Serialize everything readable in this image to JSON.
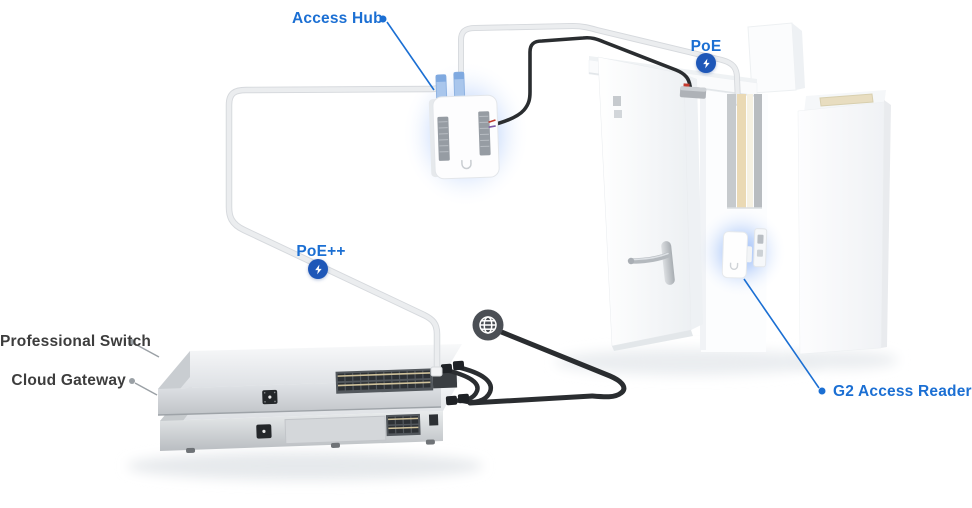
{
  "labels": {
    "access_hub": "Access Hub",
    "poe": "PoE",
    "poe_plus_plus": "PoE++",
    "g2_access_reader": "G2 Access Reader",
    "professional_switch": "Professional Switch",
    "cloud_gateway": "Cloud Gateway"
  },
  "icons": {
    "poe_badge": "lightning-bolt-badge",
    "poe_plus_plus_badge": "lightning-bolt-badge",
    "internet": "globe-icon"
  },
  "colors": {
    "background": "#ffffff",
    "label_blue": "#1b6fd3",
    "badge_blue": "#1e57b8",
    "label_dark": "#3d3d3d",
    "pointer_gray": "#9aa0a5",
    "device_glow_blue": "#5a8ef2",
    "cable_light": "#e7e9ec",
    "cable_black": "#2a2d30",
    "device_silver": "#d9dcdf",
    "wall_cream": "#e9dcba"
  }
}
